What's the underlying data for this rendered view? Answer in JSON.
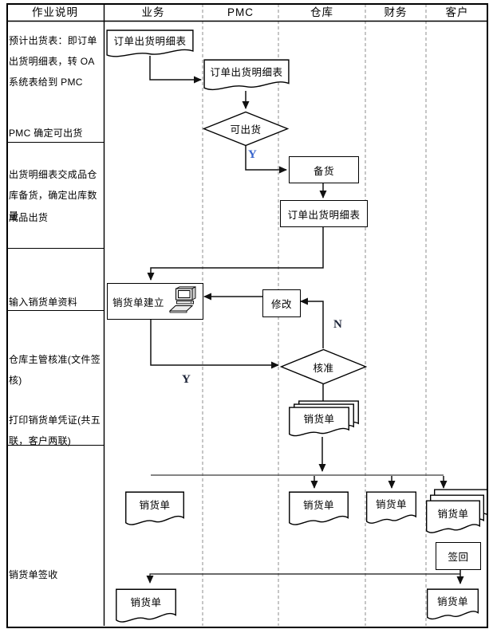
{
  "header": {
    "columns": [
      "作业说明",
      "业务",
      "PMC",
      "仓库",
      "财务",
      "客户"
    ]
  },
  "notes": [
    "预计出货表：即订单出货明细表，转 OA 系统表给到 PMC",
    "PMC 确定可出货",
    "出货明细表交成品仓库备货，确定出库数量",
    "成品出货",
    "输入销货单资料",
    "仓库主管核准(文件签核)",
    "打印销货单凭证(共五联，客户两联)",
    "销货单签收"
  ],
  "nodes": {
    "doc_order_ship_detail_biz": "订单出货明细表",
    "doc_order_ship_detail_pmc": "订单出货明细表",
    "decision_can_ship": "可出货",
    "process_prepare_goods": "备货",
    "doc_order_ship_detail_wh": "订单出货明细表",
    "process_sales_order_create": "销货单建立",
    "process_modify": "修改",
    "decision_approve": "核准",
    "doc_sales_order_print": "销货单",
    "doc_sales_order_biz": "销货单",
    "doc_sales_order_wh": "销货单",
    "doc_sales_order_fin": "销货单",
    "doc_sales_order_cust": "销货单",
    "process_sign_back": "签回",
    "doc_sales_order_biz_signed": "销货单",
    "doc_sales_order_cust_signed": "销货单"
  },
  "branch_labels": {
    "can_ship_yes": "Y",
    "approve_no": "N",
    "approve_yes": "Y"
  },
  "colors": {
    "line": "#111111",
    "dashed_grid": "#8c8c8c",
    "branch_yes_blue": "#3a66cc",
    "branch_no_dark": "#1d2438"
  }
}
